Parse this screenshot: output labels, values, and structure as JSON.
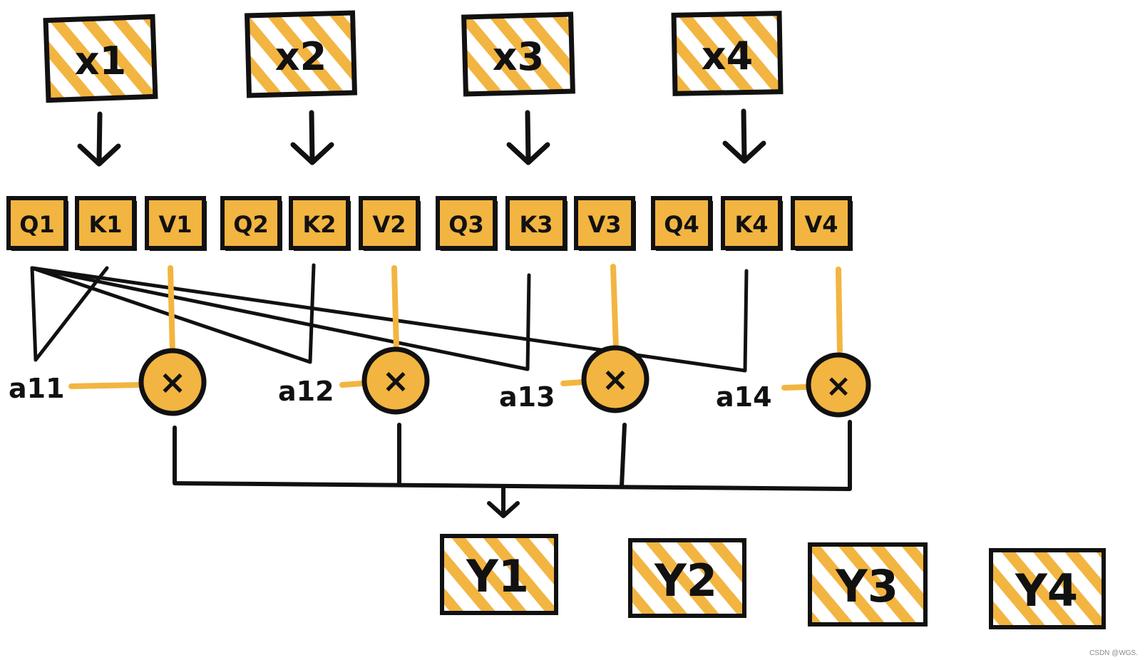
{
  "colors": {
    "accent": "#F2B541",
    "ink": "#111111",
    "paper": "#ffffff"
  },
  "inputs": [
    {
      "label": "x1"
    },
    {
      "label": "x2"
    },
    {
      "label": "x3"
    },
    {
      "label": "x4"
    }
  ],
  "qkv": [
    {
      "label": "Q1"
    },
    {
      "label": "K1"
    },
    {
      "label": "V1"
    },
    {
      "label": "Q2"
    },
    {
      "label": "K2"
    },
    {
      "label": "V2"
    },
    {
      "label": "Q3"
    },
    {
      "label": "K3"
    },
    {
      "label": "V3"
    },
    {
      "label": "Q4"
    },
    {
      "label": "K4"
    },
    {
      "label": "V4"
    }
  ],
  "attention_weights": [
    {
      "label": "a11"
    },
    {
      "label": "a12"
    },
    {
      "label": "a13"
    },
    {
      "label": "a14"
    }
  ],
  "multiply_symbol": "×",
  "icons": {
    "arrow": "down-arrow-icon",
    "multiply": "multiply-icon"
  },
  "outputs": [
    {
      "label": "Y1"
    },
    {
      "label": "Y2"
    },
    {
      "label": "Y3"
    },
    {
      "label": "Y4"
    }
  ],
  "watermark": "CSDN @WGS."
}
